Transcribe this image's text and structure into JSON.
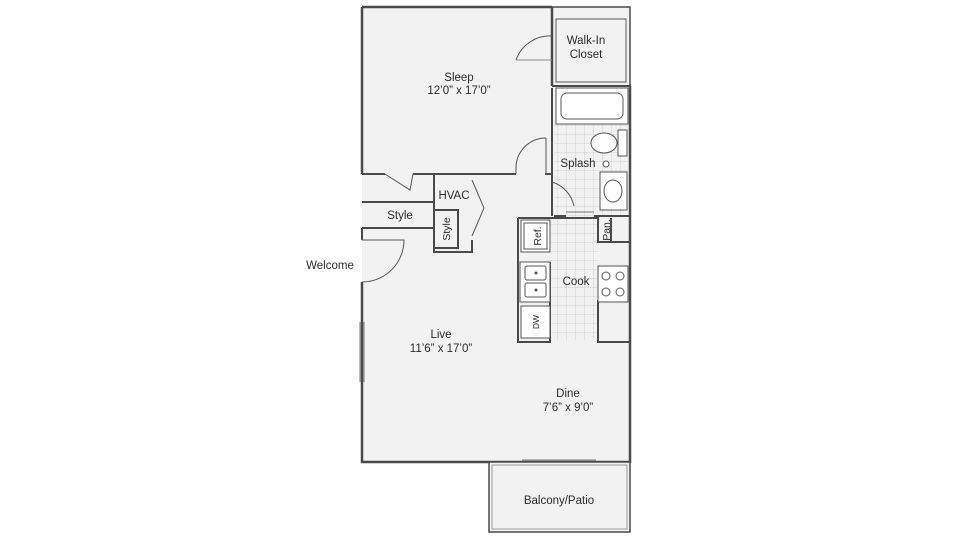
{
  "colors": {
    "floor": "#f1f2f1",
    "wall": "#4a4a4a",
    "fixture": "#ffffff",
    "tile": "#c9c9c9",
    "text": "#2b2b2b"
  },
  "rooms": {
    "sleep": {
      "name": "Sleep",
      "dims": "12’0” x 17’0”"
    },
    "walkin": {
      "line1": "Walk-In",
      "line2": "Closet"
    },
    "splash": {
      "name": "Splash"
    },
    "hvac": {
      "name": "HVAC"
    },
    "style_closet": {
      "name": "Style"
    },
    "style_vertical": {
      "name": "Style"
    },
    "welcome": {
      "name": "Welcome"
    },
    "ref": {
      "name": "Ref."
    },
    "pan": {
      "name": "Pan."
    },
    "cook": {
      "name": "Cook"
    },
    "dw": {
      "name": "DW"
    },
    "live": {
      "name": "Live",
      "dims": "11’6” x 17’0”"
    },
    "dine": {
      "name": "Dine",
      "dims": "7’6” x 9’0”"
    },
    "balcony": {
      "name": "Balcony/Patio"
    }
  }
}
